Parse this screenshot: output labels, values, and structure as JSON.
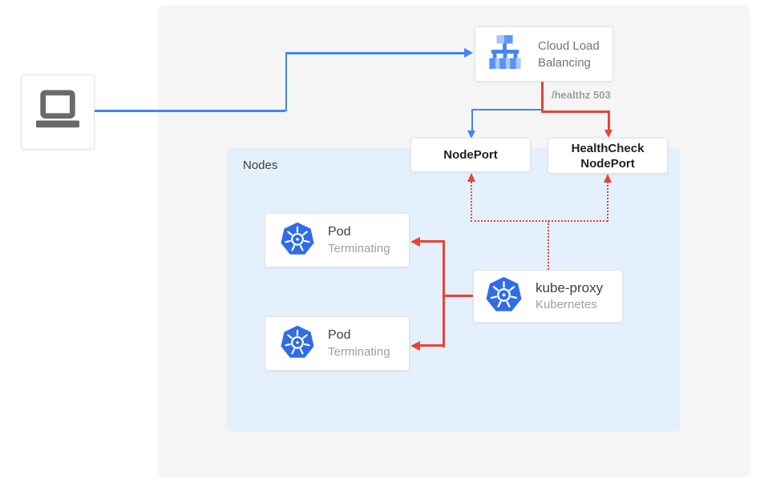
{
  "colors": {
    "flow_blue": "#4285f4",
    "flow_red": "#ea4335",
    "nodes_fill": "#e4f0fc",
    "canvas_fill": "#f5f5f6",
    "kubernetes_blue": "#326ce5"
  },
  "diagram": {
    "client": {
      "icon": "laptop-icon"
    },
    "cloud_load_balancing": {
      "icon": "cloud-load-balancing-icon",
      "name_line1": "Cloud Load",
      "name_line2": "Balancing"
    },
    "health_check_label": "/healthz 503",
    "nodeport": {
      "label": "NodePort"
    },
    "healthcheck_nodeport": {
      "label_line1": "HealthCheck",
      "label_line2": "NodePort"
    },
    "nodes_group": {
      "label": "Nodes"
    },
    "pod_1": {
      "icon": "kubernetes-icon",
      "title": "Pod",
      "status": "Terminating"
    },
    "pod_2": {
      "icon": "kubernetes-icon",
      "title": "Pod",
      "status": "Terminating"
    },
    "kube_proxy": {
      "icon": "kubernetes-icon",
      "title": "kube-proxy",
      "subtitle": "Kubernetes"
    },
    "edges": [
      {
        "from": "client",
        "to": "cloud-load-balancing",
        "style": "solid",
        "color": "blue"
      },
      {
        "from": "cloud-load-balancing",
        "to": "nodeport",
        "style": "solid",
        "color": "blue"
      },
      {
        "from": "cloud-load-balancing",
        "to": "healthcheck-nodeport",
        "style": "solid",
        "color": "red",
        "label": "/healthz 503"
      },
      {
        "from": "kube-proxy",
        "to": "nodeport",
        "style": "dotted",
        "color": "red"
      },
      {
        "from": "kube-proxy",
        "to": "healthcheck-nodeport",
        "style": "dotted",
        "color": "red"
      },
      {
        "from": "kube-proxy",
        "to": "pod-1",
        "style": "solid",
        "color": "red"
      },
      {
        "from": "kube-proxy",
        "to": "pod-2",
        "style": "solid",
        "color": "red"
      }
    ]
  }
}
